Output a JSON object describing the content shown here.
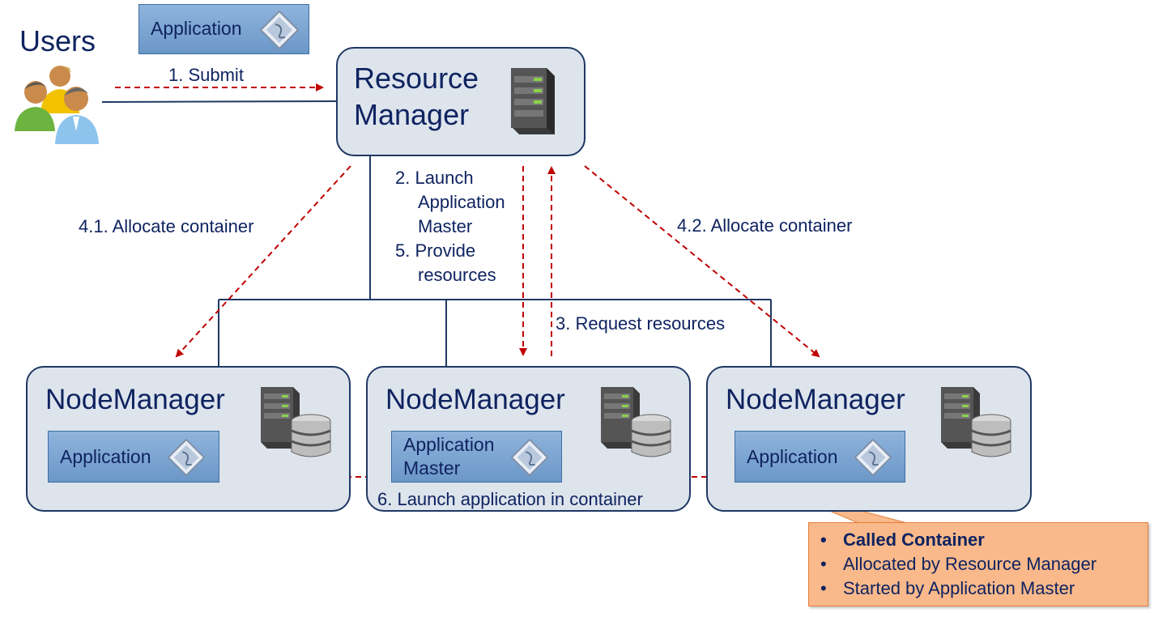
{
  "users_label": "Users",
  "submit_label": "1. Submit",
  "top_app_label": "Application",
  "rm_title_line1": "Resource",
  "rm_title_line2": "Manager",
  "launch_am": [
    "2. Launch",
    "Application",
    "Master"
  ],
  "provide_res": [
    "5. Provide",
    "resources"
  ],
  "alloc_41": "4.1. Allocate container",
  "alloc_42": "4.2. Allocate container",
  "request_res": "3. Request resources",
  "node_title": "NodeManager",
  "node1_app": "Application",
  "node2_am_line1": "Application",
  "node2_am_line2": "Master",
  "node3_app": "Application",
  "launch_container": "6. Launch application in container",
  "callout": {
    "item1": "Called Container",
    "item2": "Allocated by Resource Manager",
    "item3": "Started by Application Master"
  },
  "colors": {
    "box_fill": "#dde4ec",
    "box_border": "#1f3864",
    "arrow": "#c00000",
    "callout_fill": "#f9b98b",
    "text": "#0f2360"
  }
}
